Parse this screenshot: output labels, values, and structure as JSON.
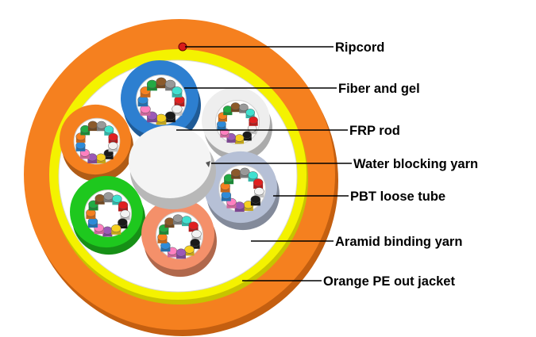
{
  "labels": {
    "ripcord": "Ripcord",
    "fiber_gel": "Fiber and gel",
    "frp_rod": "FRP rod",
    "water_blocking": "Water blocking yarn",
    "pbt_tube": "PBT loose tube",
    "aramid": "Aramid binding yarn",
    "jacket": "Orange PE out jacket"
  },
  "colors": {
    "jacket": "#f5801f",
    "aramid": "#f4f200",
    "inner_fill": "#ffffff",
    "ripcord": "#d91a1a",
    "tube_blue": "#2d7fd0",
    "tube_white": "#eeeeee",
    "tube_orange": "#f5801f",
    "tube_green": "#1ec81e",
    "tube_salmon": "#f4906a",
    "tube_grey": "#b6c0d6",
    "frp_rod": "#f4f4f4",
    "leader_line": "#000000"
  },
  "fiber_colors": [
    "#e02020",
    "#f2f2f2",
    "#1a1a1a",
    "#f5d020",
    "#9b59b6",
    "#ff80c0",
    "#2e8bd8",
    "#f58020",
    "#22aa44",
    "#8b5a2b",
    "#999999",
    "#40e0d0"
  ]
}
